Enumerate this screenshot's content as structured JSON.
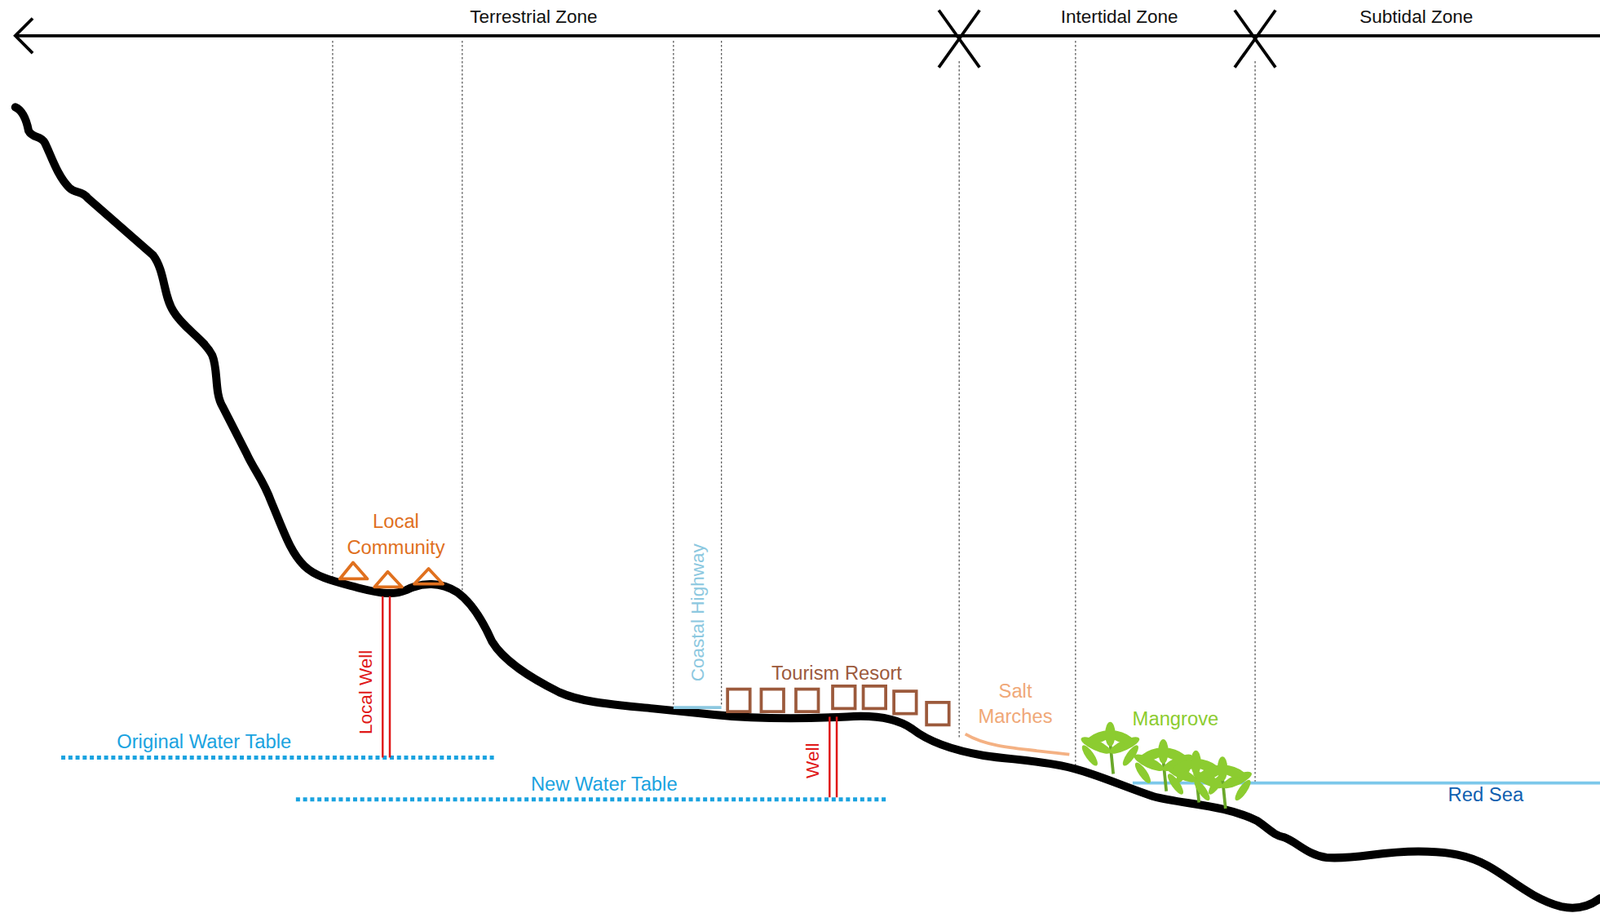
{
  "diagram": {
    "labels": [
      "Terrestrial Zone",
      "Intertidal Zone",
      "Subtidal Zone",
      "Local Community",
      "Local Well",
      "Original Water Table",
      "New Water Table",
      "Coastal Highway",
      "Tourism Resort",
      "Well",
      "Salt Marches",
      "Mangrove",
      "Red Sea"
    ]
  }
}
